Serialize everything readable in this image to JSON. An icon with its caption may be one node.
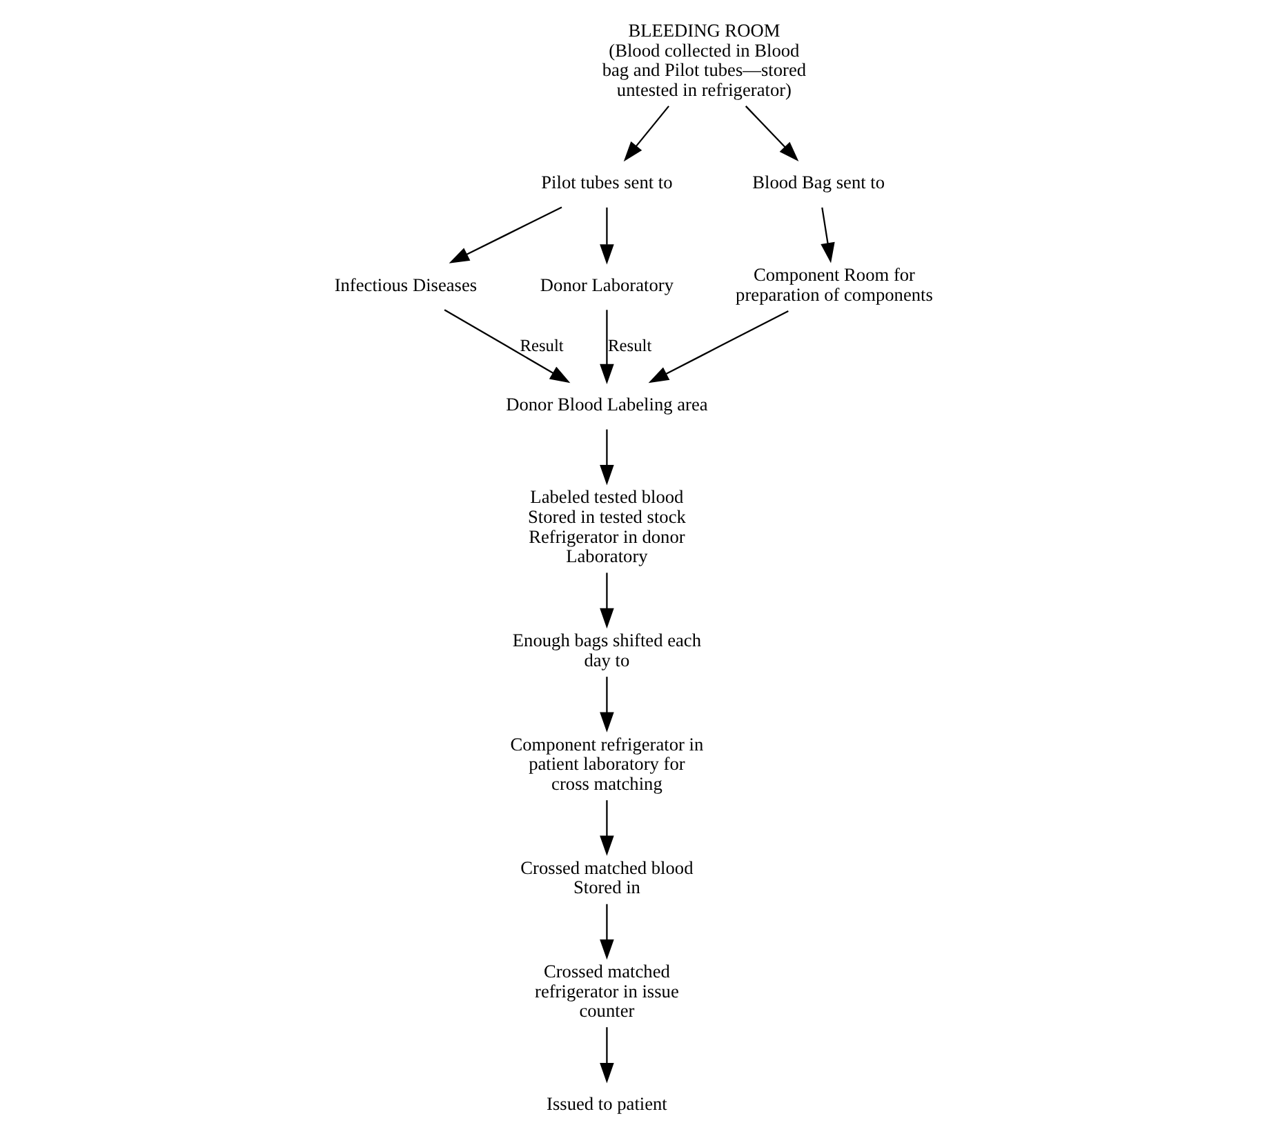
{
  "diagram": {
    "nodes": [
      {
        "text": [
          "BLEEDING ROOM",
          "(Blood collected in Blood bag and Pilot tubes—stored untested in refrigerator)"
        ]
      },
      {
        "text": [
          "Pilot tubes sent to"
        ]
      },
      {
        "text": [
          "Blood Bag sent to"
        ]
      },
      {
        "text": [
          "Infectious Diseases"
        ]
      },
      {
        "text": [
          "Donor Laboratory"
        ]
      },
      {
        "text": [
          "Component Room for preparation of components"
        ]
      },
      {
        "text": [
          "Donor Blood Labeling area"
        ]
      },
      {
        "text": [
          "Labeled tested blood Stored in tested stock Refrigerator in donor Laboratory"
        ]
      },
      {
        "text": [
          "Enough bags shifted each day to"
        ]
      },
      {
        "text": [
          "Component refrigerator in patient laboratory for cross matching"
        ]
      },
      {
        "text": [
          "Crossed matched blood Stored in"
        ]
      },
      {
        "text": [
          "Crossed matched refrigerator in issue counter"
        ]
      },
      {
        "text": [
          "Issued to patient"
        ]
      }
    ],
    "edges": [
      {
        "from": 0,
        "to": 1,
        "arrow": "to"
      },
      {
        "from": 0,
        "to": 2,
        "arrow": "to"
      },
      {
        "from": 1,
        "to": 3,
        "arrow": "to"
      },
      {
        "from": 1,
        "to": 4,
        "arrow": "to"
      },
      {
        "from": 2,
        "to": 5,
        "arrow": "to"
      },
      {
        "from": 4,
        "to": 6,
        "arrow": "to",
        "label": "Result"
      },
      {
        "from": 3,
        "to": 6,
        "arrow": "to",
        "label": "Result"
      },
      {
        "from": 5,
        "to": 6,
        "arrow": "to"
      },
      {
        "from": 6,
        "to": 7,
        "arrow": "to"
      },
      {
        "from": 7,
        "to": 8,
        "arrow": "to"
      },
      {
        "from": 8,
        "to": 9,
        "arrow": "to"
      },
      {
        "from": 9,
        "to": 10,
        "arrow": "to"
      },
      {
        "from": 10,
        "to": 11,
        "arrow": "to"
      },
      {
        "from": 11,
        "to": 12,
        "arrow": "to"
      }
    ]
  }
}
